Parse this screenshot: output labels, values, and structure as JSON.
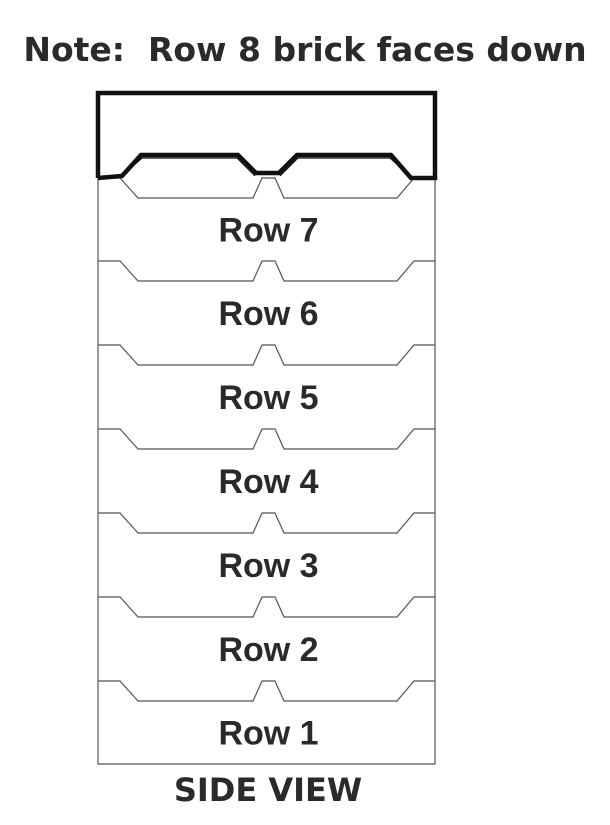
{
  "note": "Note:  Row 8 brick faces down",
  "rows": [
    {
      "label": "Row 7"
    },
    {
      "label": "Row 6"
    },
    {
      "label": "Row 5"
    },
    {
      "label": "Row 4"
    },
    {
      "label": "Row 3"
    },
    {
      "label": "Row 2"
    },
    {
      "label": "Row 1"
    }
  ],
  "footer": "SIDE VIEW",
  "colors": {
    "text": "#2a2a2a",
    "thin_line": "#555555",
    "thick_line": "#111111",
    "background": "#ffffff"
  }
}
